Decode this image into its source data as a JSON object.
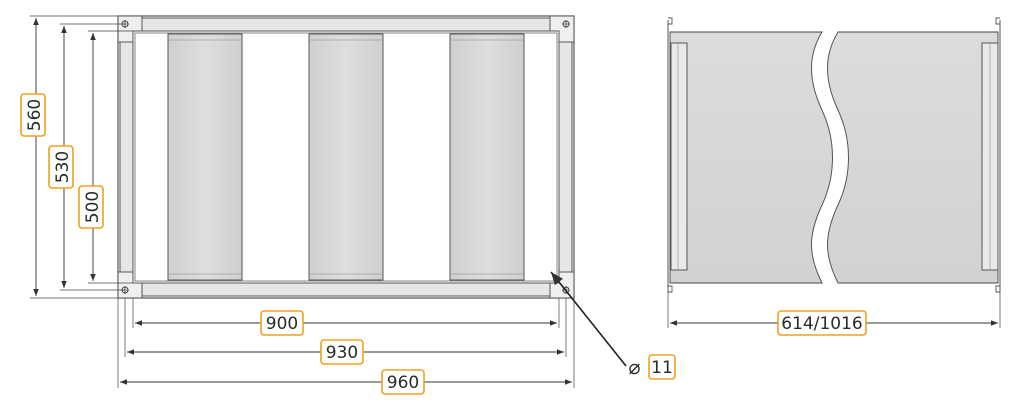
{
  "dimensions": {
    "height_outer": "560",
    "height_mid": "530",
    "height_inner": "500",
    "width_inner": "900",
    "width_mid": "930",
    "width_outer": "960",
    "hole_symbol": "⌀",
    "hole_diameter": "11",
    "length": "614/1016"
  },
  "colors": {
    "label_border": "#f0a020",
    "line": "#333333",
    "panel_fill": "#d9d9d9",
    "frame_fill": "#e8e8e8"
  }
}
